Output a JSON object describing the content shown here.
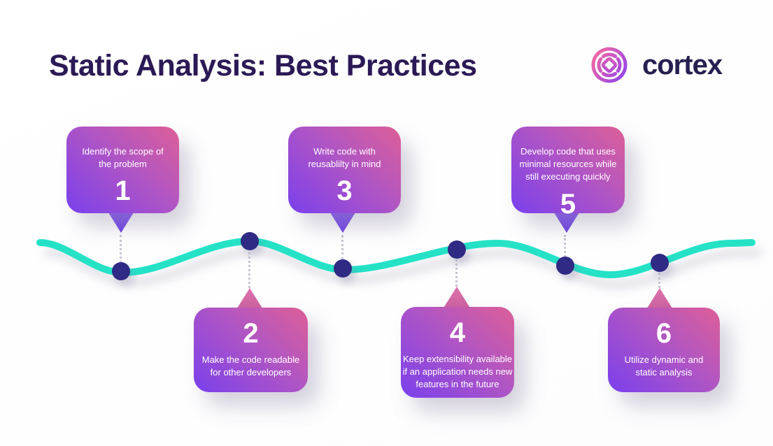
{
  "header": {
    "title": "Static Analysis: Best Practices",
    "brand": {
      "name": "cortex",
      "icon": "cortex-logo-icon"
    }
  },
  "timeline": {
    "wave_icon": "teal-wave-line",
    "node_icon": "timeline-node-dot",
    "steps": [
      {
        "number": "1",
        "placement": "top",
        "description": "Identify the scope of\nthe problem"
      },
      {
        "number": "2",
        "placement": "bottom",
        "description": "Make the code readable\nfor other developers"
      },
      {
        "number": "3",
        "placement": "top",
        "description": "Write code with\nreusablilty in mind"
      },
      {
        "number": "4",
        "placement": "bottom",
        "description": "Keep extensibility available\nif an application needs new\nfeatures in the future"
      },
      {
        "number": "5",
        "placement": "top",
        "description": "Develop code that uses\nminimal resources while\nstill executing quickly"
      },
      {
        "number": "6",
        "placement": "bottom",
        "description": "Utilize dynamic and\nstatic analysis"
      }
    ]
  },
  "colors": {
    "title_text": "#2b1a55",
    "brand_text": "#262051",
    "wave": "#25e2c7",
    "node": "#2f2a84",
    "card_gradient_pink": "#dd5f97",
    "card_gradient_purple": "#7a40ec",
    "pointer_down_purple": "#7b51ee",
    "pointer_up_pink": "#d169a6",
    "card_text": "#ffffff"
  }
}
